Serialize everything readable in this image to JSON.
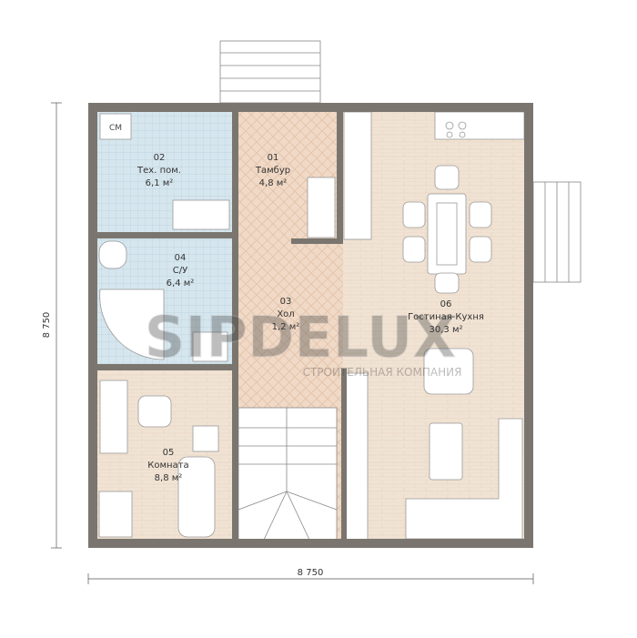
{
  "dimensions": {
    "width": "8 750",
    "height": "8 750"
  },
  "rooms": [
    {
      "num": "01",
      "name": "Тамбур",
      "area": "4,8 м²"
    },
    {
      "num": "02",
      "name": "Тех. пом.",
      "area": "6,1 м²"
    },
    {
      "num": "03",
      "name": "Хол",
      "area": "1,2 м²"
    },
    {
      "num": "04",
      "name": "С/У",
      "area": "6,4 м²"
    },
    {
      "num": "05",
      "name": "Комната",
      "area": "8,8 м²"
    },
    {
      "num": "06",
      "name": "Гостиная-Кухня",
      "area": "30,3 м²"
    }
  ],
  "appliance_label": "СМ",
  "watermark": {
    "brand": "SIPDELUX",
    "tagline": "СТРОИТЕЛЬНАЯ КОМПАНИЯ"
  },
  "colors": {
    "wall": "#7a766f",
    "tile": "#d6e6ee",
    "wood": "#f0d9c6",
    "brick": "#f1e3d4"
  }
}
